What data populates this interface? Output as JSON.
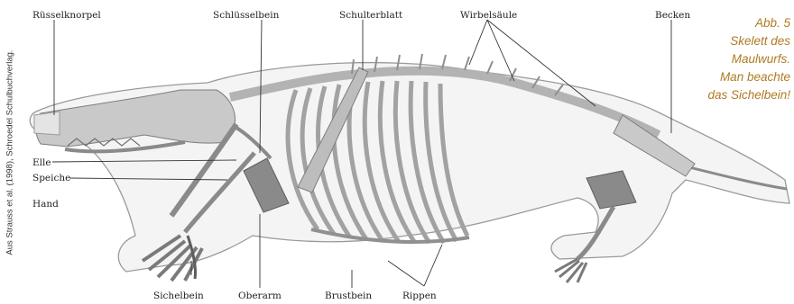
{
  "credit": "Aus Strauss et al. (1998), Schroedel Schulbuchverlag.",
  "caption": {
    "line1": "Abb. 5",
    "line2": "Skelett des",
    "line3": "Maulwurfs.",
    "line4": "Man beachte",
    "line5": "das Sichelbein!"
  },
  "labels": {
    "ruesselknorpel": "Rüsselknorpel",
    "schluesselbein": "Schlüsselbein",
    "schulterblatt": "Schulterblatt",
    "wirbelsaeule": "Wirbelsäule",
    "becken": "Becken",
    "elle": "Elle",
    "speiche": "Speiche",
    "hand": "Hand",
    "sichelbein": "Sichelbein",
    "oberarm": "Oberarm",
    "brustbein": "Brustbein",
    "rippen": "Rippen"
  },
  "colors": {
    "bone": "#c9c9c9",
    "bone_edge": "#7d7d7d",
    "limb_bone": "#8a8a8a",
    "body_outline": "#9a9a9a",
    "body_fill": "#f4f4f4",
    "caption": "#b07a22"
  }
}
